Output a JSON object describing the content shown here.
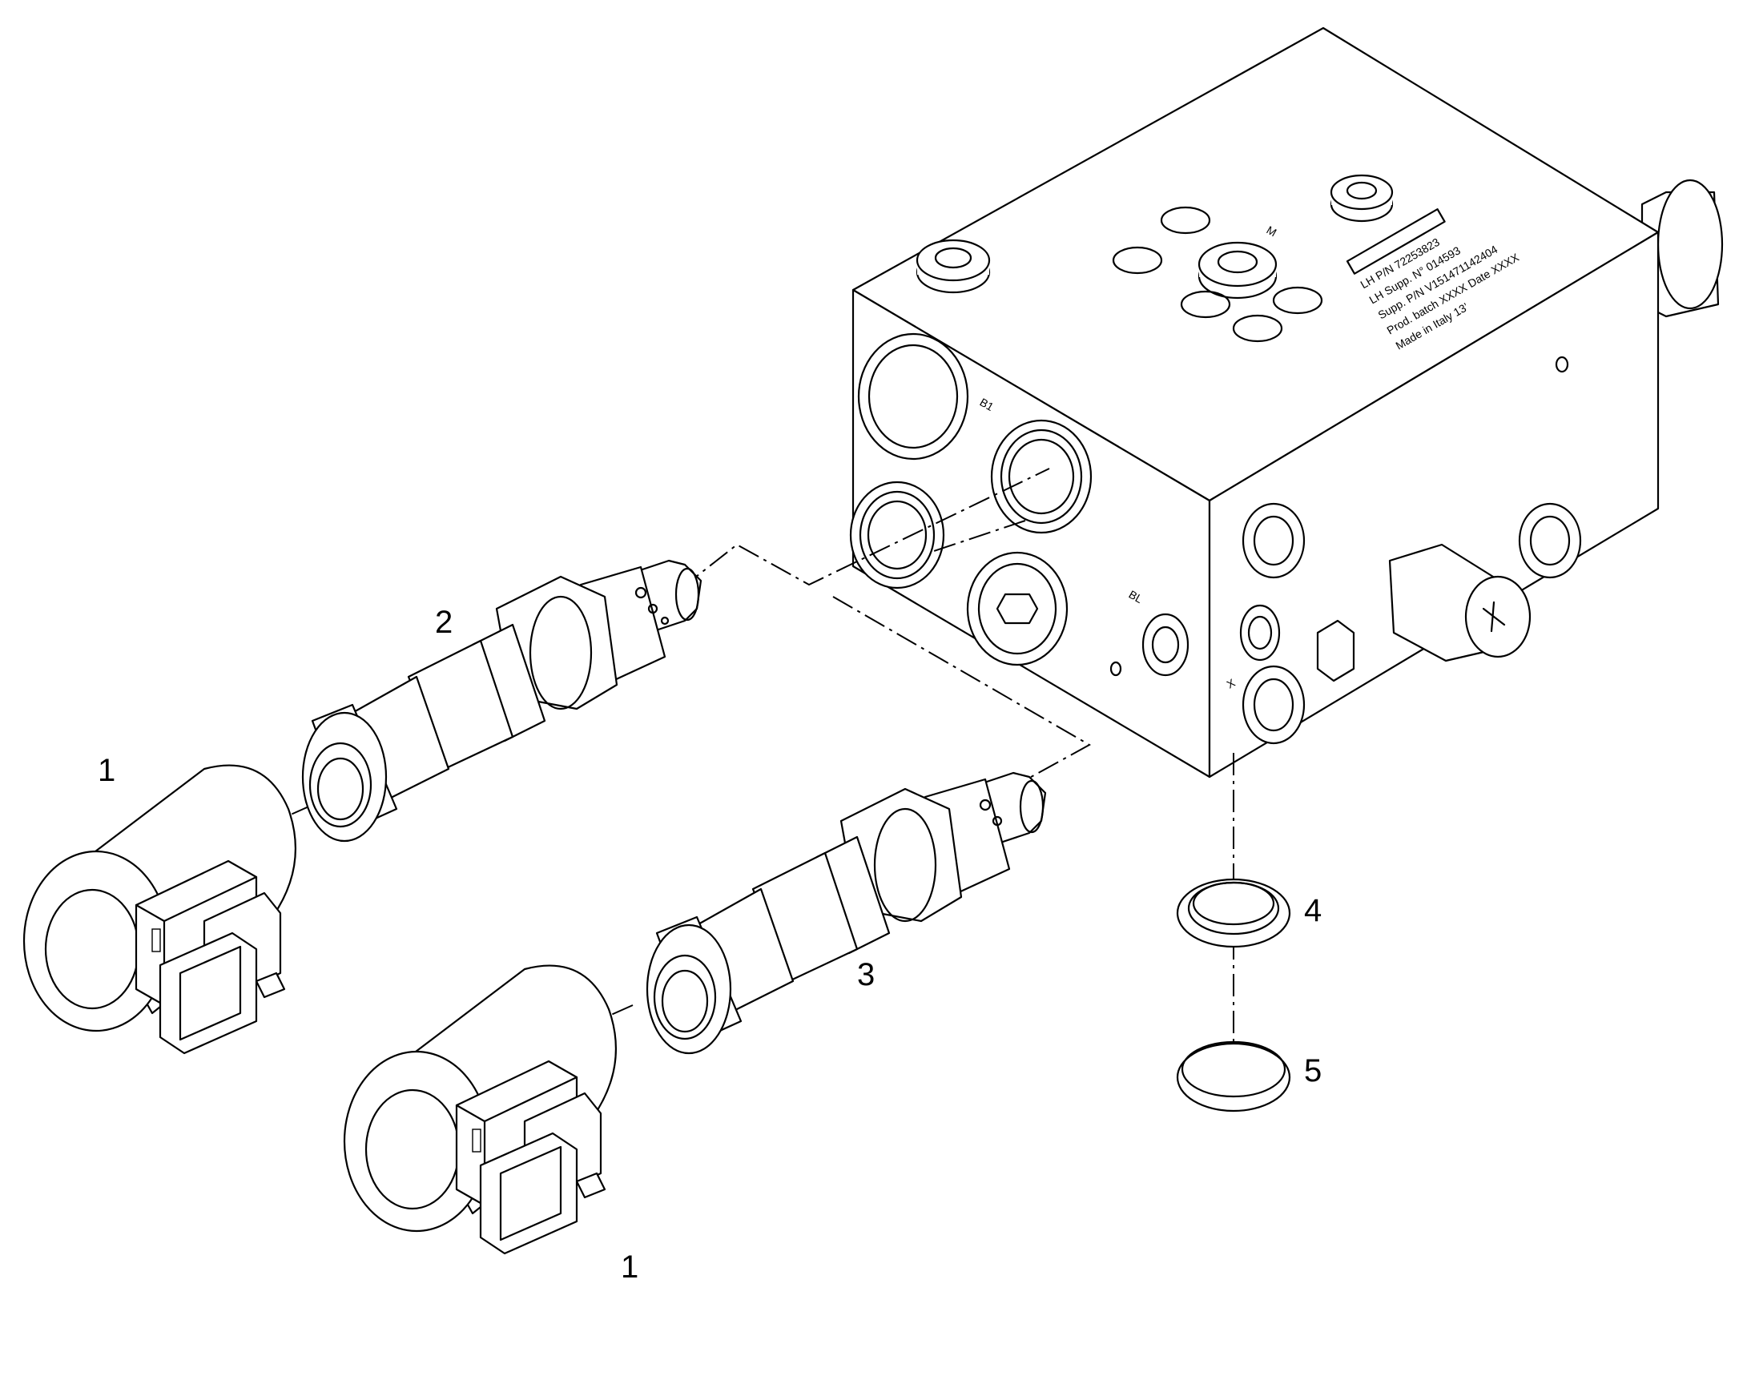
{
  "callouts": {
    "coil_upper": "1",
    "coil_lower": "1",
    "cartridge_upper": "2",
    "cartridge_lower": "3",
    "seal_upper": "4",
    "seal_lower": "5"
  },
  "block_markings": {
    "port_b1": "B1",
    "port_bl": "BL",
    "port_m": "M",
    "port_x": "X",
    "label_lines": [
      "LH P/N 72253823",
      "LH Supp. N° 014593",
      "Supp. P/N V151471142404",
      "Prod. batch XXXX  Date XXXX",
      "Made in Italy 13’"
    ]
  }
}
